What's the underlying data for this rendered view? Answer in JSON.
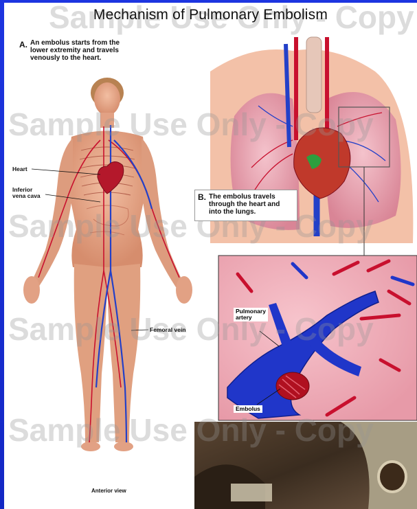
{
  "title": "Mechanism of Pulmonary Embolism",
  "panel_a": {
    "letter": "A.",
    "caption_lines": [
      "An embolus starts from the",
      "lower extremity and travels",
      "venously to the heart."
    ]
  },
  "panel_b": {
    "letter": "B.",
    "caption_lines": [
      "The embolus travels",
      "through the heart and",
      "into the lungs."
    ]
  },
  "labels": {
    "heart": "Heart",
    "ivc_line1": "Inferior",
    "ivc_line2": "vena cava",
    "femoral": "Femoral vein",
    "pulmonary_line1": "Pulmonary",
    "pulmonary_line2": "artery",
    "embolus": "Embolus",
    "view": "Anterior view"
  },
  "watermark": "Sample Use Only - Copy",
  "colors": {
    "background": "#1a2fd6",
    "skin": "#e8a98a",
    "artery": "#c8102e",
    "vein": "#2340c8",
    "lung": "#e9a6b3",
    "clot": "#b01020"
  }
}
